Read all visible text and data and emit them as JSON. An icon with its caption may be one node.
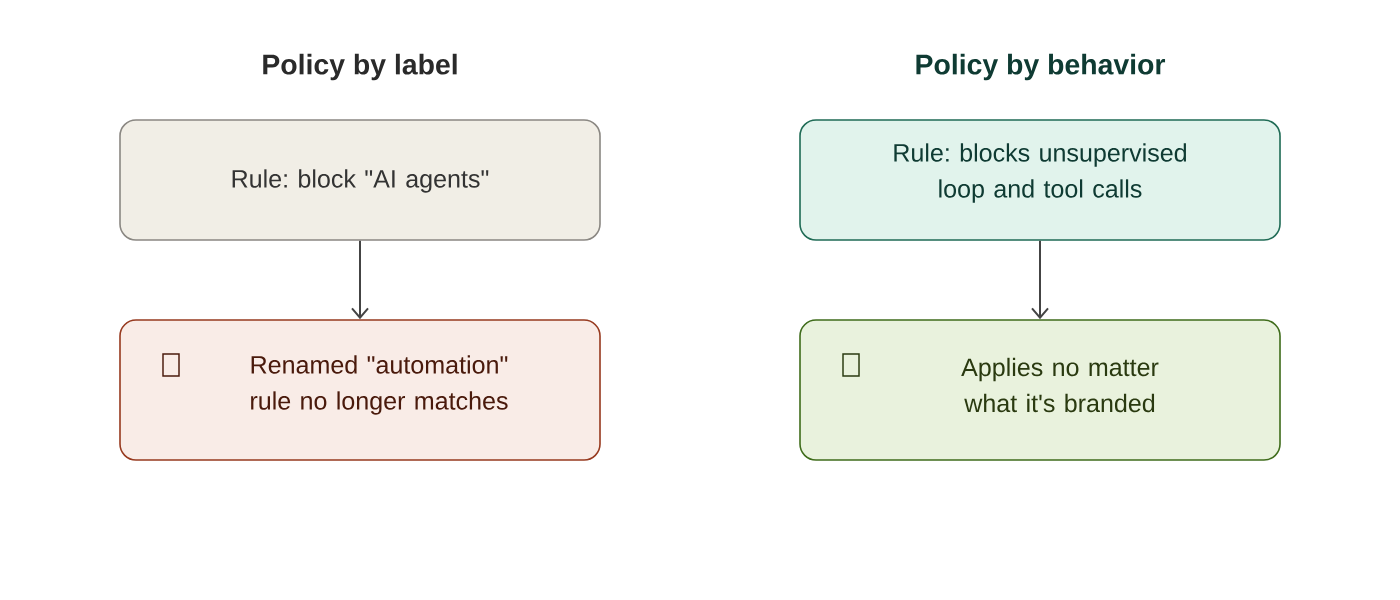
{
  "diagram": {
    "nodes": [
      {
        "text": [
          "Rule: block \"AI agents\""
        ]
      },
      {
        "text": [
          "Renamed \"automation\" rule no longer matches"
        ]
      },
      {
        "text": [
          "Rule: blocks unsupervised loop and tool calls"
        ]
      },
      {
        "text": [
          "Applies no matter what it's branded"
        ]
      }
    ],
    "edges": [
      {
        "from": 0,
        "to": 1,
        "arrow": "to"
      },
      {
        "from": 2,
        "to": 3,
        "arrow": "to"
      }
    ],
    "labels": [
      "Policy by label",
      "Policy by behavior"
    ]
  }
}
